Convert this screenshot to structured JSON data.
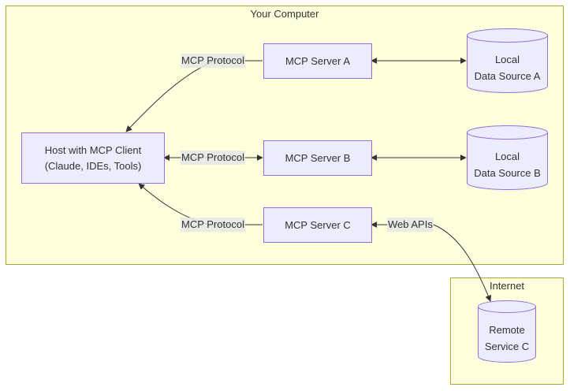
{
  "clusters": {
    "computer": {
      "title": "Your Computer"
    },
    "internet": {
      "title": "Internet"
    }
  },
  "nodes": {
    "host": {
      "line1": "Host with MCP Client",
      "line2": "(Claude, IDEs, Tools)"
    },
    "server_a": {
      "label": "MCP Server A"
    },
    "server_b": {
      "label": "MCP Server B"
    },
    "server_c": {
      "label": "MCP Server C"
    },
    "data_a": {
      "line1": "Local",
      "line2": "Data Source A"
    },
    "data_b": {
      "line1": "Local",
      "line2": "Data Source B"
    },
    "remote_c": {
      "line1": "Remote",
      "line2": "Service C"
    }
  },
  "edges": {
    "label_a": "MCP Protocol",
    "label_b": "MCP Protocol",
    "label_c": "MCP Protocol",
    "label_web": "Web APIs"
  },
  "colors": {
    "cluster_fill": "#ffffde",
    "cluster_border": "#aaaa33",
    "node_fill": "#ececff",
    "node_border": "#9370db",
    "edge": "#333333"
  }
}
